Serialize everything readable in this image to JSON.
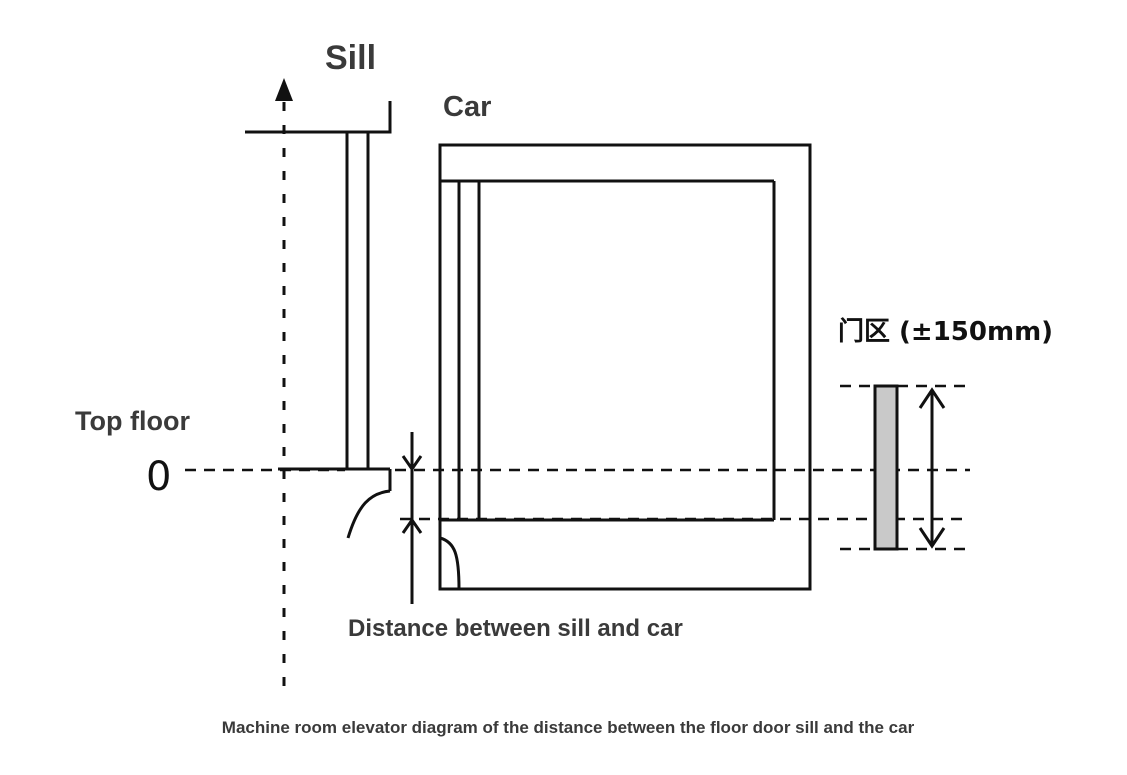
{
  "labels": {
    "sill": "Sill",
    "car": "Car",
    "top_floor": "Top floor",
    "zero": "0",
    "door_zone": "门区 (±150mm)",
    "distance": "Distance between sill and car",
    "caption": "Machine room elevator diagram of the distance between the floor door sill and the car"
  },
  "colors": {
    "line": "#111111",
    "label_text": "#3a3a3a",
    "door_zone_fill": "#c9c9c9"
  }
}
